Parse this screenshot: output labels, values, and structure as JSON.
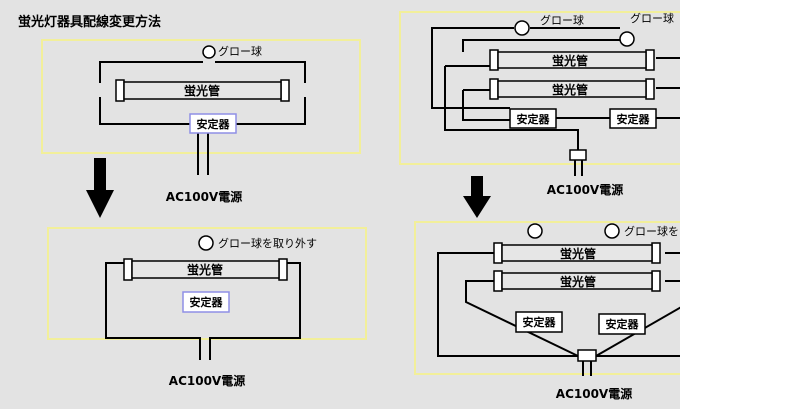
{
  "title": "蛍光灯器具配線変更方法",
  "colors": {
    "background": "#e3e3e3",
    "panel_border": "#f2ef9a",
    "highlight_border": "#8f8fe6",
    "tube_fill": "#e6e6e6",
    "line": "#000000"
  },
  "single": {
    "glow_label": "グロー球",
    "tube_label": "蛍光管",
    "ballast_label": "安定器",
    "source_label": "AC100V電源",
    "removed_label": "グロー球を取り外す"
  },
  "double": {
    "glow_label_1": "グロー球",
    "glow_label_2": "グロー球",
    "tube_label_1": "蛍光管",
    "tube_label_2": "蛍光管",
    "ballast_label_1": "安定器",
    "ballast_label_2": "安定器",
    "source_label": "AC100V電源",
    "removed_label": "グロー球を"
  }
}
